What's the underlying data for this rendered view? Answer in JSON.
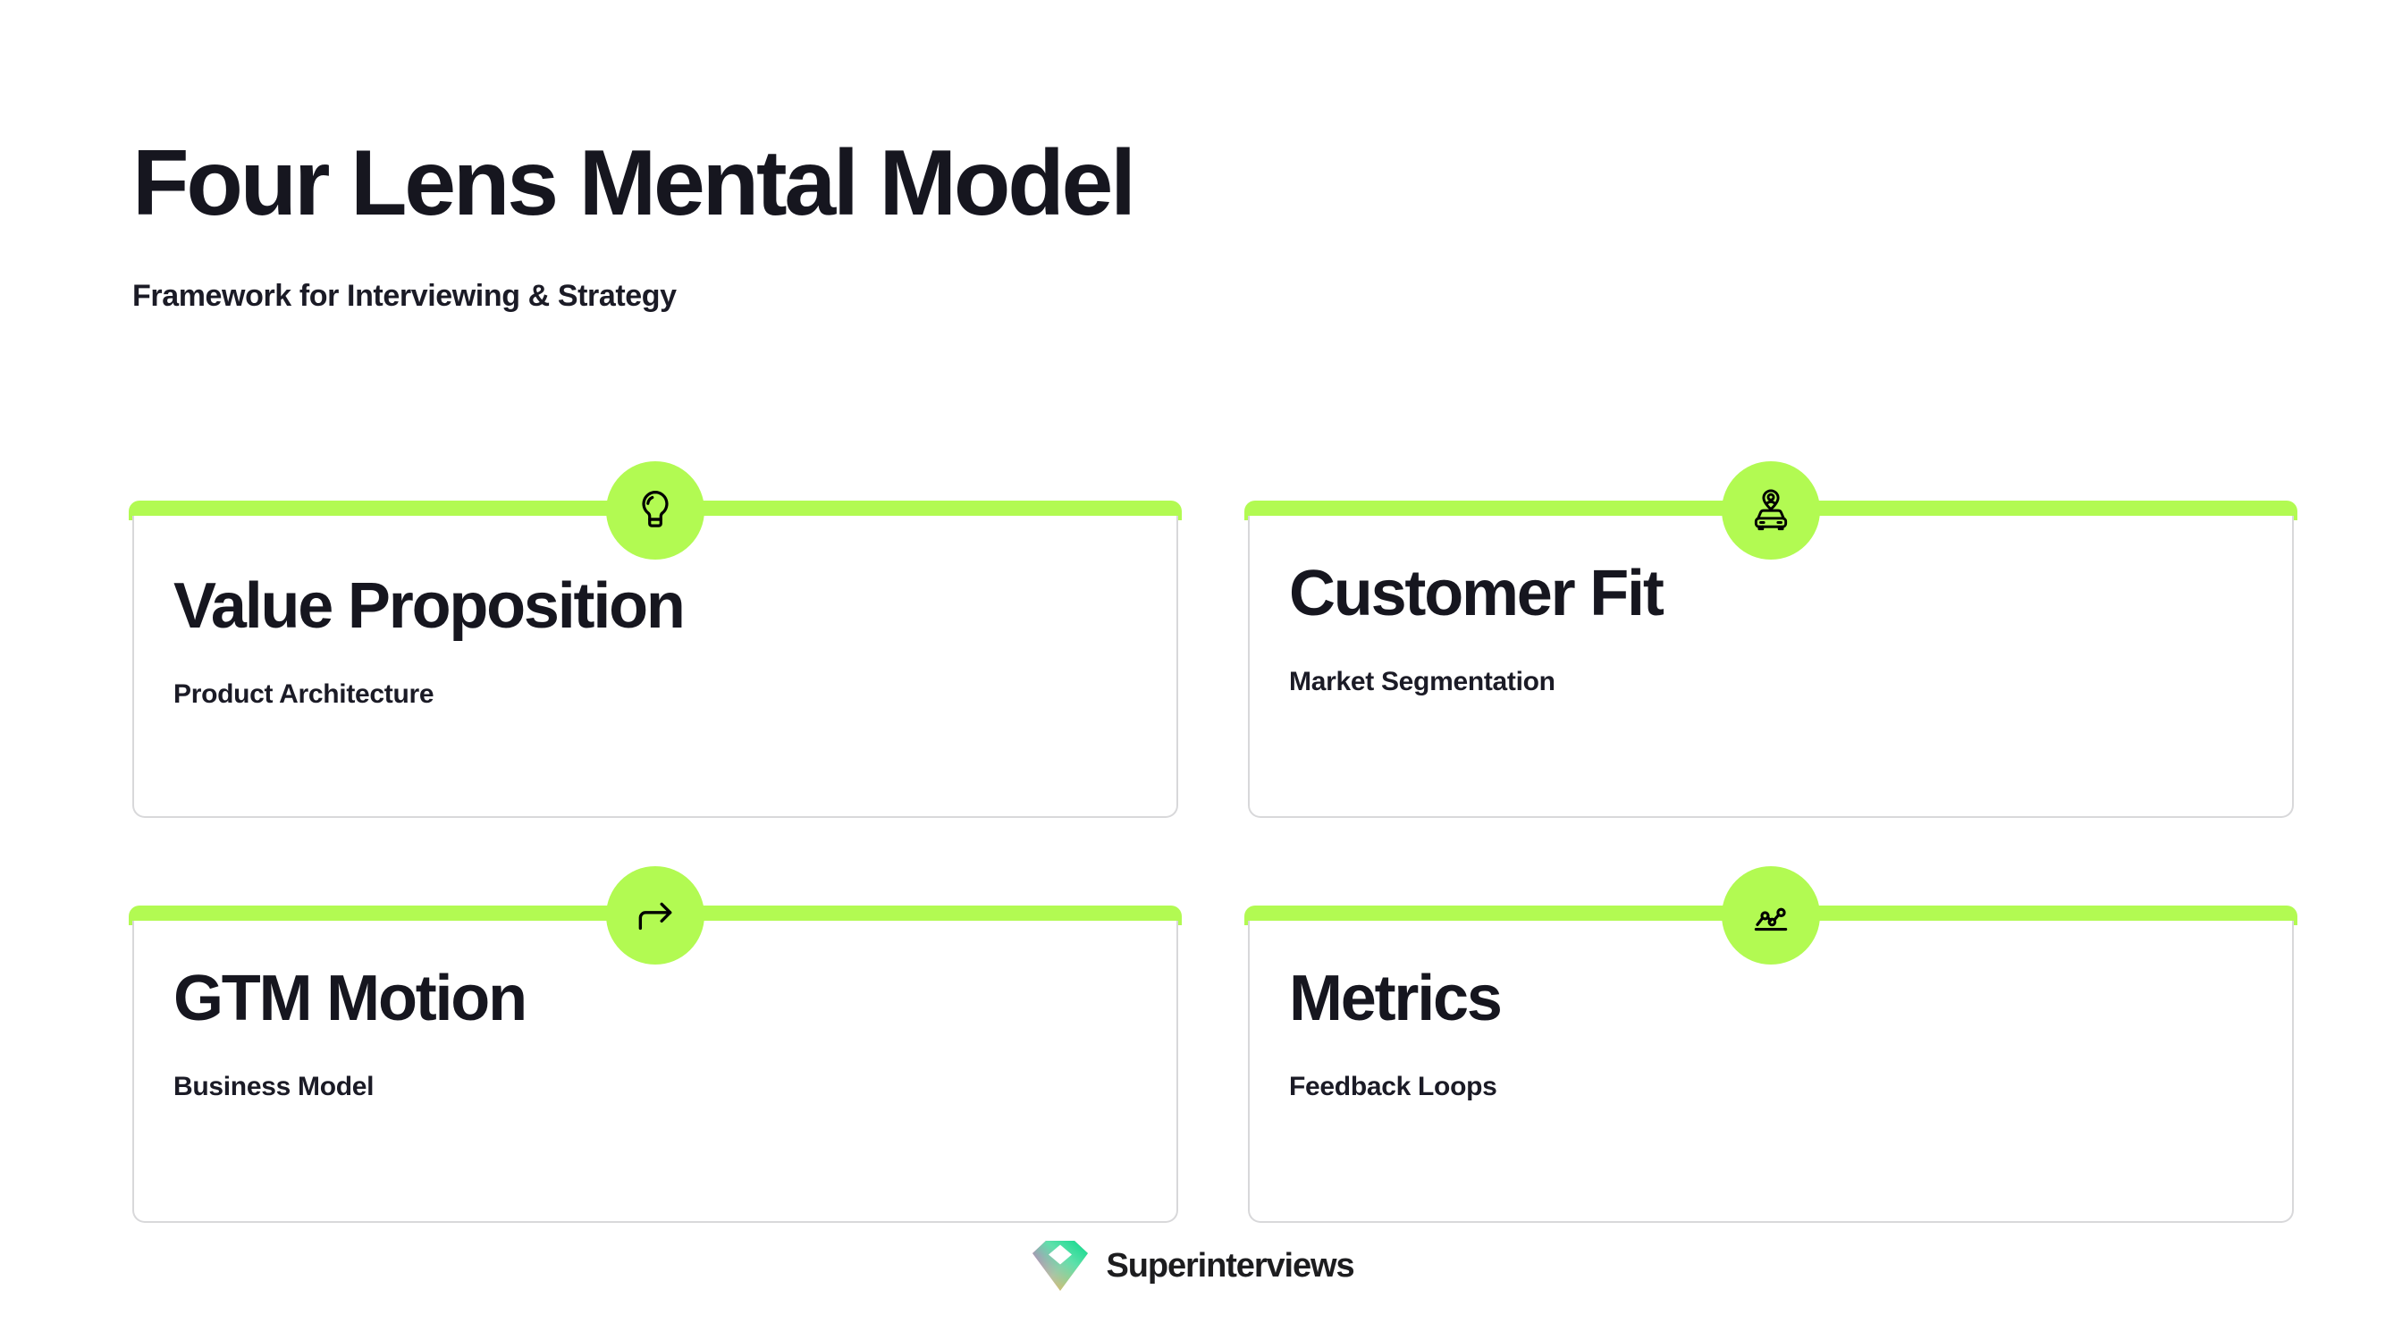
{
  "header": {
    "title": "Four Lens Mental Model",
    "subtitle": "Framework for Interviewing & Strategy"
  },
  "theme": {
    "accent_green": "#b2fa52",
    "text_dark": "#16161f",
    "card_border": "#d8d8da",
    "background": "#ffffff"
  },
  "cards": [
    {
      "title": "Value Proposition",
      "subtitle": "Product Architecture",
      "icon": "lightbulb-icon"
    },
    {
      "title": "Customer Fit",
      "subtitle": "Market Segmentation",
      "icon": "user-location-car-icon"
    },
    {
      "title": "GTM Motion",
      "subtitle": "Business Model",
      "icon": "corner-up-right-arrow-icon"
    },
    {
      "title": "Metrics",
      "subtitle": "Feedback Loops",
      "icon": "line-chart-icon"
    }
  ],
  "footer": {
    "brand_name": "Superinterviews",
    "logo": "diamond-gem-icon"
  }
}
